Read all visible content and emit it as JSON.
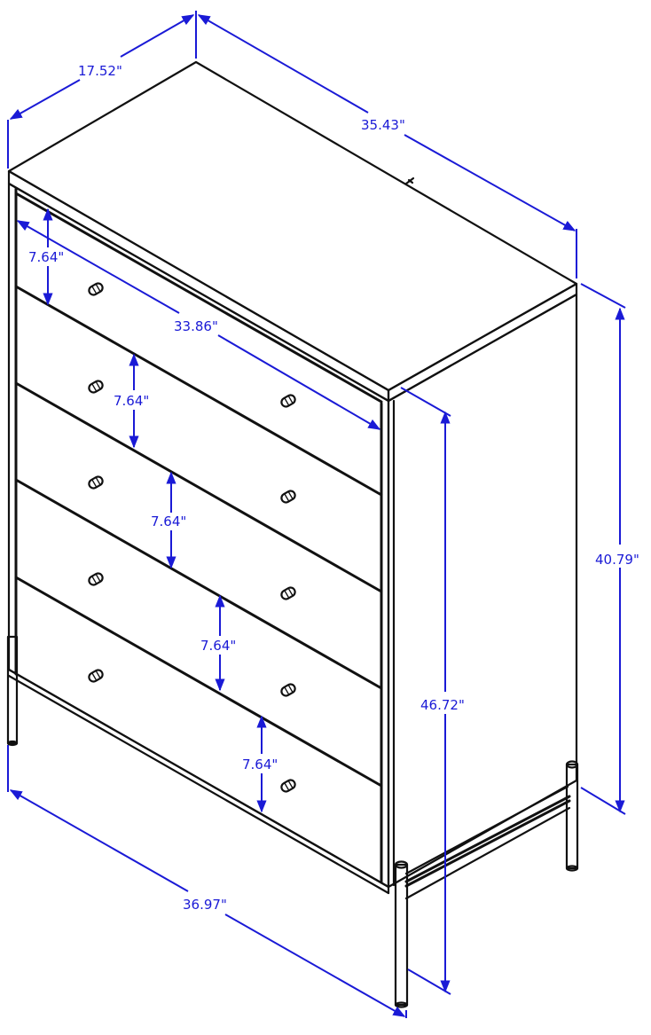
{
  "diagram": {
    "title": "Chest of drawers dimension drawing",
    "units": "inches",
    "line_color": "#111111",
    "dimension_color": "#1a1ad6",
    "drawer_count": 5,
    "dimensions": {
      "depth": "17.52\"",
      "top_width": "35.43\"",
      "drawer_front_width": "33.86\"",
      "overall_height": "46.72\"",
      "body_height": "40.79\"",
      "base_width": "36.97\"",
      "drawer_heights": [
        "7.64\"",
        "7.64\"",
        "7.64\"",
        "7.64\"",
        "7.64\""
      ]
    }
  }
}
